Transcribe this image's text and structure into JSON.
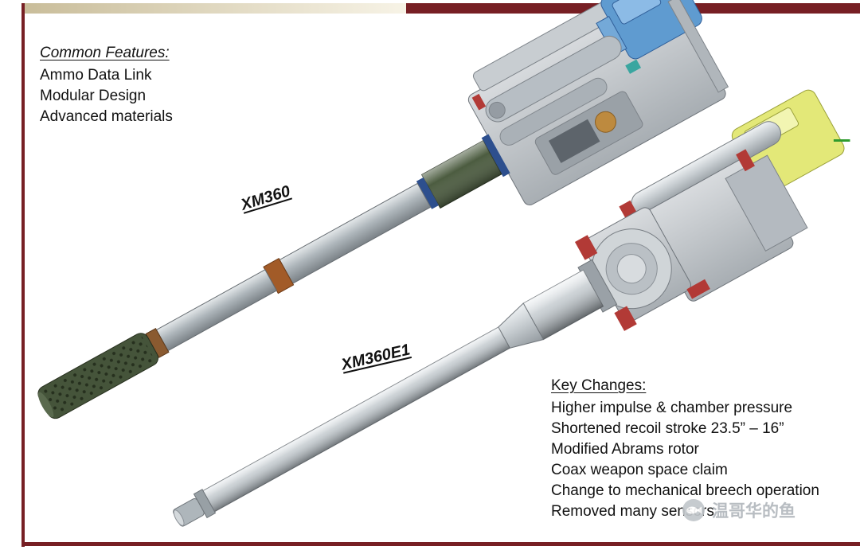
{
  "common_features": {
    "title": "Common Features:",
    "items": [
      "Ammo Data Link",
      "Modular Design",
      "Advanced materials"
    ]
  },
  "gun_labels": {
    "top": "XM360",
    "bottom": "XM360E1"
  },
  "key_changes": {
    "title": "Key Changes:",
    "items": [
      "Higher impulse & chamber pressure",
      "Shortened recoil stroke 23.5” – 16”",
      "Modified Abrams rotor",
      "Coax weapon space claim",
      "Change to mechanical breech operation",
      "Removed many sensors"
    ]
  },
  "watermark": {
    "text": "温哥华的鱼",
    "icon": "fish-logo"
  },
  "colors": {
    "banner_tan": "#c9bd9a",
    "banner_maroon": "#771f24",
    "band_orange": "#a25b28",
    "ring_blue": "#2d4f8e",
    "chamber_green": "#4c5c40",
    "muzzle_green": "#45543a",
    "breech_blue": "#5f9bd0",
    "breech_yellow": "#e3e878",
    "accent_red": "#b23a36",
    "barrel_gray": "#aeb6bb",
    "watermark_gray": "#b3b8bd"
  }
}
